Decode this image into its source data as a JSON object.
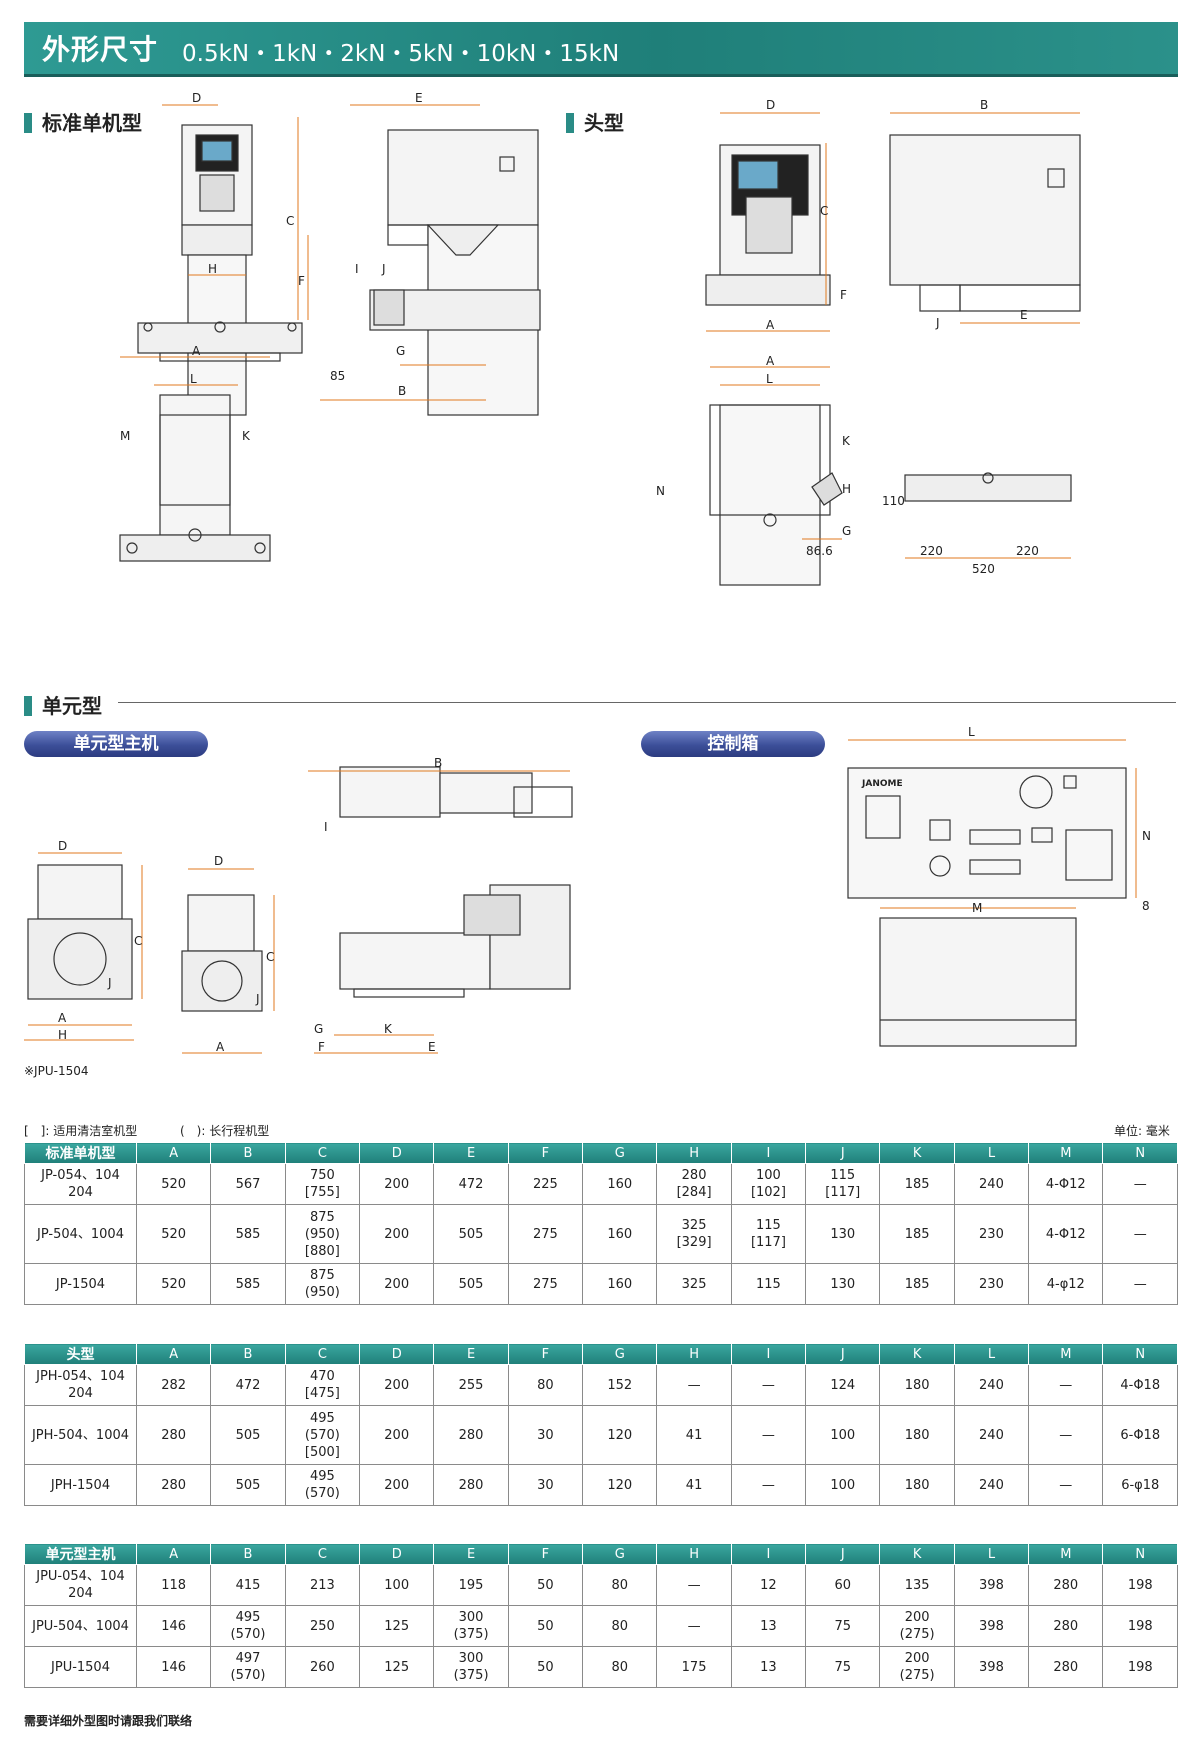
{
  "header": {
    "title": "外形尺寸",
    "subtitle": "0.5kN・1kN・2kN・5kN・10kN・15kN"
  },
  "sections": {
    "standard": "标准单机型",
    "head": "头型",
    "unit": "单元型"
  },
  "pills": {
    "unit_main": "单元型主机",
    "control_box": "控制箱"
  },
  "dims": {
    "A": "A",
    "B": "B",
    "C": "C",
    "D": "D",
    "E": "E",
    "F": "F",
    "G": "G",
    "H": "H",
    "I": "I",
    "J": "J",
    "K": "K",
    "L": "L",
    "M": "M",
    "N": "N",
    "d85": "85",
    "d110": "110",
    "d86_6": "86.6",
    "d220a": "220",
    "d220b": "220",
    "d520": "520",
    "d8": "8"
  },
  "notes": {
    "jpu": "※JPU-1504",
    "legend_bracket": "[　]: 适用清洁室机型",
    "legend_paren": "(　): 长行程机型",
    "unit": "单位: 毫米",
    "footer": "需要详细外型图时请跟我们联络",
    "brand": "JANOME"
  },
  "colors": {
    "teal": "#1f7f79",
    "dim_orange": "#e07a1f",
    "pill_blue": "#3c4f99"
  },
  "columns": [
    "A",
    "B",
    "C",
    "D",
    "E",
    "F",
    "G",
    "H",
    "I",
    "J",
    "K",
    "L",
    "M",
    "N"
  ],
  "tables": [
    {
      "title": "标准单机型",
      "rows": [
        {
          "model": "JP-054、104\n204",
          "cells": [
            "520",
            "567",
            "750\n[755]",
            "200",
            "472",
            "225",
            "160",
            "280\n[284]",
            "100\n[102]",
            "115\n[117]",
            "185",
            "240",
            "4-Φ12",
            "—"
          ],
          "tall": false
        },
        {
          "model": "JP-504、1004",
          "cells": [
            "520",
            "585",
            "875\n(950)\n[880]",
            "200",
            "505",
            "275",
            "160",
            "325\n[329]",
            "115\n[117]",
            "130",
            "185",
            "230",
            "4-Φ12",
            "—"
          ],
          "tall": true
        },
        {
          "model": "JP-1504",
          "cells": [
            "520",
            "585",
            "875\n(950)",
            "200",
            "505",
            "275",
            "160",
            "325",
            "115",
            "130",
            "185",
            "230",
            "4-φ12",
            "—"
          ],
          "tall": false
        }
      ]
    },
    {
      "title": "头型",
      "rows": [
        {
          "model": "JPH-054、104\n204",
          "cells": [
            "282",
            "472",
            "470\n[475]",
            "200",
            "255",
            "80",
            "152",
            "—",
            "—",
            "124",
            "180",
            "240",
            "—",
            "4-Φ18"
          ],
          "tall": false
        },
        {
          "model": "JPH-504、1004",
          "cells": [
            "280",
            "505",
            "495\n(570)\n[500]",
            "200",
            "280",
            "30",
            "120",
            "41",
            "—",
            "100",
            "180",
            "240",
            "—",
            "6-Φ18"
          ],
          "tall": true
        },
        {
          "model": "JPH-1504",
          "cells": [
            "280",
            "505",
            "495\n(570)",
            "200",
            "280",
            "30",
            "120",
            "41",
            "—",
            "100",
            "180",
            "240",
            "—",
            "6-φ18"
          ],
          "tall": false
        }
      ]
    },
    {
      "title": "单元型主机",
      "rows": [
        {
          "model": "JPU-054、104\n204",
          "cells": [
            "118",
            "415",
            "213",
            "100",
            "195",
            "50",
            "80",
            "—",
            "12",
            "60",
            "135",
            "398",
            "280",
            "198"
          ],
          "tall": false
        },
        {
          "model": "JPU-504、1004",
          "cells": [
            "146",
            "495\n(570)",
            "250",
            "125",
            "300\n(375)",
            "50",
            "80",
            "—",
            "13",
            "75",
            "200\n(275)",
            "398",
            "280",
            "198"
          ],
          "tall": false
        },
        {
          "model": "JPU-1504",
          "cells": [
            "146",
            "497\n(570)",
            "260",
            "125",
            "300\n(375)",
            "50",
            "80",
            "175",
            "13",
            "75",
            "200\n(275)",
            "398",
            "280",
            "198"
          ],
          "tall": false
        }
      ]
    }
  ]
}
